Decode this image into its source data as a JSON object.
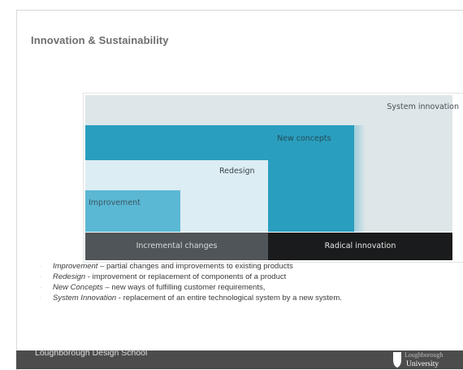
{
  "slide": {
    "title": "Innovation & Sustainability"
  },
  "diagram": {
    "levels": {
      "system_innovation": "System innovation",
      "new_concepts": "New concepts",
      "redesign": "Redesign",
      "improvement": "Improvement"
    },
    "axis": {
      "incremental": "Incremental changes",
      "radical": "Radical innovation"
    },
    "colors": {
      "system_innovation": "#dde6e9",
      "new_concepts": "#2a9ebe",
      "redesign": "#dcedf3",
      "improvement": "#5ab8d4",
      "incremental_band": "#4f5558",
      "radical_band": "#1a1b1c"
    }
  },
  "bullets": [
    {
      "term": "Improvement",
      "text": " – partial changes and improvements to existing products"
    },
    {
      "term": "Redesign",
      "text": " - improvement or replacement of components of a product"
    },
    {
      "term": "New Concepts",
      "text": " –  new ways of fulfilling customer requirements,"
    },
    {
      "term": "System Innovation",
      "text": " - replacement of an entire technological system by a new system."
    }
  ],
  "footer": {
    "school": "Loughborough Design School",
    "logo_line1": "Loughborough",
    "logo_line2": "University",
    "logo_icon": "university-shield-icon"
  }
}
